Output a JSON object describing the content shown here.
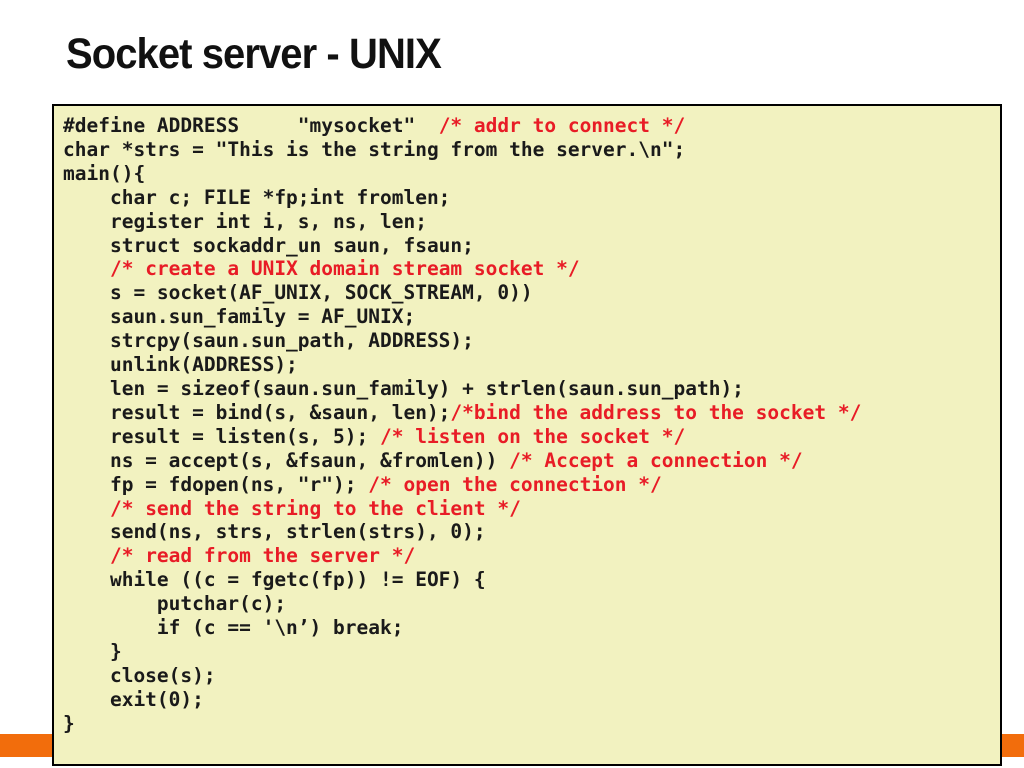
{
  "title": "Socket server - UNIX",
  "colors": {
    "comment": "#e81c26",
    "code": "#1a1a1a",
    "box_bg": "#f2f2c0",
    "box_border": "#000000",
    "bar_orange": "#f26d0c",
    "page_bg": "#ffffff"
  },
  "code": {
    "lines": [
      {
        "segments": [
          {
            "text": "#define ADDRESS     \"mysocket\"  ",
            "type": "code"
          },
          {
            "text": "/* addr to connect */",
            "type": "comment"
          }
        ]
      },
      {
        "segments": [
          {
            "text": "char *strs = \"This is the string from the server.\\n\";",
            "type": "code"
          }
        ]
      },
      {
        "segments": [
          {
            "text": "main(){",
            "type": "code"
          }
        ]
      },
      {
        "segments": [
          {
            "text": "    char c; FILE *fp;int fromlen;",
            "type": "code"
          }
        ]
      },
      {
        "segments": [
          {
            "text": "    register int i, s, ns, len;",
            "type": "code"
          }
        ]
      },
      {
        "segments": [
          {
            "text": "    struct sockaddr_un saun, fsaun;",
            "type": "code"
          }
        ]
      },
      {
        "segments": [
          {
            "text": "    ",
            "type": "code"
          },
          {
            "text": "/* create a UNIX domain stream socket */",
            "type": "comment"
          }
        ]
      },
      {
        "segments": [
          {
            "text": "    s = socket(AF_UNIX, SOCK_STREAM, 0))",
            "type": "code"
          }
        ]
      },
      {
        "segments": [
          {
            "text": "    saun.sun_family = AF_UNIX;",
            "type": "code"
          }
        ]
      },
      {
        "segments": [
          {
            "text": "    strcpy(saun.sun_path, ADDRESS);",
            "type": "code"
          }
        ]
      },
      {
        "segments": [
          {
            "text": "    unlink(ADDRESS);",
            "type": "code"
          }
        ]
      },
      {
        "segments": [
          {
            "text": "    len = sizeof(saun.sun_family) + strlen(saun.sun_path);",
            "type": "code"
          }
        ]
      },
      {
        "segments": [
          {
            "text": "    result = bind(s, &saun, len);",
            "type": "code"
          },
          {
            "text": "/*bind the address to the socket */",
            "type": "comment"
          }
        ]
      },
      {
        "segments": [
          {
            "text": "    result = listen(s, 5); ",
            "type": "code"
          },
          {
            "text": "/* listen on the socket */",
            "type": "comment"
          }
        ]
      },
      {
        "segments": [
          {
            "text": "    ns = accept(s, &fsaun, &fromlen)) ",
            "type": "code"
          },
          {
            "text": "/* Accept a connection */",
            "type": "comment"
          }
        ]
      },
      {
        "segments": [
          {
            "text": "    fp = fdopen(ns, \"r\"); ",
            "type": "code"
          },
          {
            "text": "/* open the connection */",
            "type": "comment"
          }
        ]
      },
      {
        "segments": [
          {
            "text": "    ",
            "type": "code"
          },
          {
            "text": "/* send the string to the client */",
            "type": "comment"
          }
        ]
      },
      {
        "segments": [
          {
            "text": "    send(ns, strs, strlen(strs), 0);",
            "type": "code"
          }
        ]
      },
      {
        "segments": [
          {
            "text": "    ",
            "type": "code"
          },
          {
            "text": "/* read from the server */",
            "type": "comment"
          }
        ]
      },
      {
        "segments": [
          {
            "text": "    while ((c = fgetc(fp)) != EOF) {",
            "type": "code"
          }
        ]
      },
      {
        "segments": [
          {
            "text": "        putchar(c);",
            "type": "code"
          }
        ]
      },
      {
        "segments": [
          {
            "text": "        if (c == '\\n’) break;",
            "type": "code"
          }
        ]
      },
      {
        "segments": [
          {
            "text": "    }",
            "type": "code"
          }
        ]
      },
      {
        "segments": [
          {
            "text": "    close(s);",
            "type": "code"
          }
        ]
      },
      {
        "segments": [
          {
            "text": "    exit(0);",
            "type": "code"
          }
        ]
      },
      {
        "segments": [
          {
            "text": "}",
            "type": "code"
          }
        ]
      }
    ]
  }
}
